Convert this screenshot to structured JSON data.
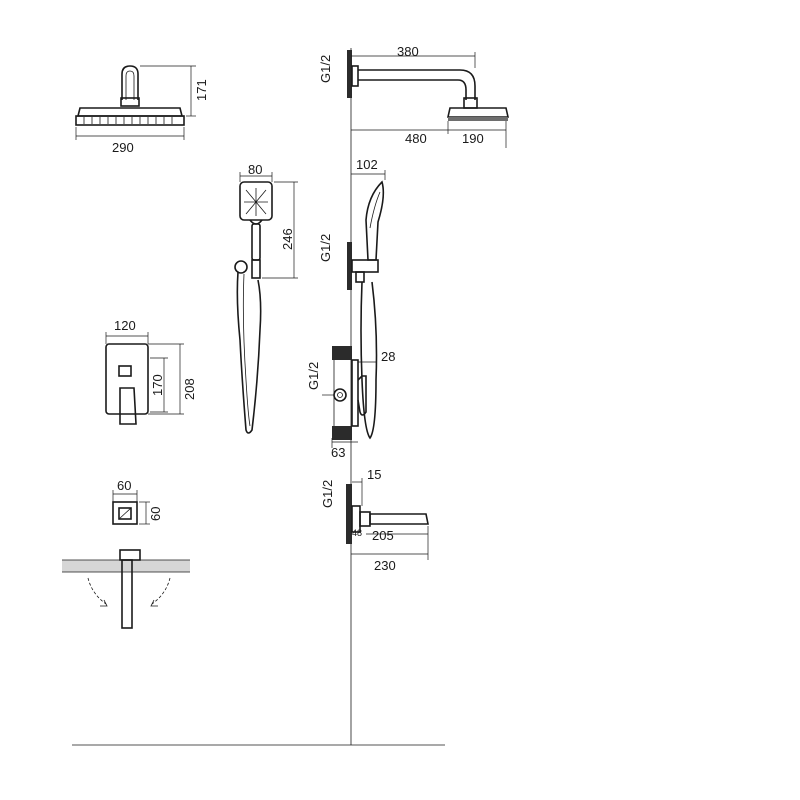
{
  "thread_label": "G1/2",
  "overhead_front": {
    "width": "290",
    "height": "171"
  },
  "overhead_side": {
    "arm_length": "380",
    "projection": "480",
    "head_width": "190"
  },
  "handshower": {
    "width": "80",
    "height": "246"
  },
  "handshower_side": {
    "width": "102"
  },
  "mixer_front": {
    "plate_width": "120",
    "inner_height": "170",
    "plate_height": "208"
  },
  "mixer_side": {
    "depth_plate": "28",
    "body_depth": "63"
  },
  "spout_front": {
    "width": "60",
    "height": "60"
  },
  "spout_side": {
    "top": "15",
    "wall_offset": "48",
    "inner_length": "205",
    "total_length": "230"
  }
}
